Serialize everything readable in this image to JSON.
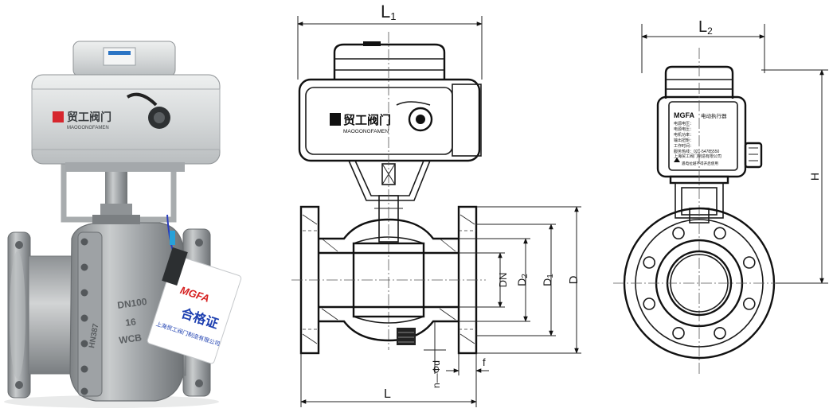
{
  "photo": {
    "brand_cn": "贸工阀门",
    "brand_en": "MAOGONGFAMEN",
    "body_cast_1": "DN100",
    "body_cast_2": "16",
    "body_cast_3": "WCB",
    "neck_cast": "HN387",
    "tag_brand": "MGFA",
    "tag_title": "合格证",
    "tag_company": "上海贸工阀门制造有限公司",
    "colors": {
      "actuator": "#d9dcdc",
      "body": "#a9acae",
      "tag_blue": "#1d3fb0",
      "tag_red": "#d62020"
    }
  },
  "front_view": {
    "brand_cn": "贸工阀门",
    "brand_en": "MAOGONGFAMEN",
    "dims": {
      "L1": "L",
      "L1_sub": "1",
      "L": "L",
      "DN": "DN",
      "D2": "D",
      "D2_sub": "2",
      "D1": "D",
      "D1_sub": "1",
      "D": "D",
      "bolts": "n—Φd",
      "f": "f"
    }
  },
  "side_view": {
    "plate_brand": "MGFA",
    "plate_title": "电动执行器",
    "plate_rows": [
      "电源电压：",
      "电源电压：",
      "电机功率：",
      "输出扭矩：",
      "工作时间：",
      "服务热线：021-54785550"
    ],
    "plate_company": "上海贸工阀门制造有限公司",
    "plate_warning": "遇电拉越不得开启使用",
    "dims": {
      "L2": "L",
      "L2_sub": "2",
      "H": "H"
    }
  }
}
